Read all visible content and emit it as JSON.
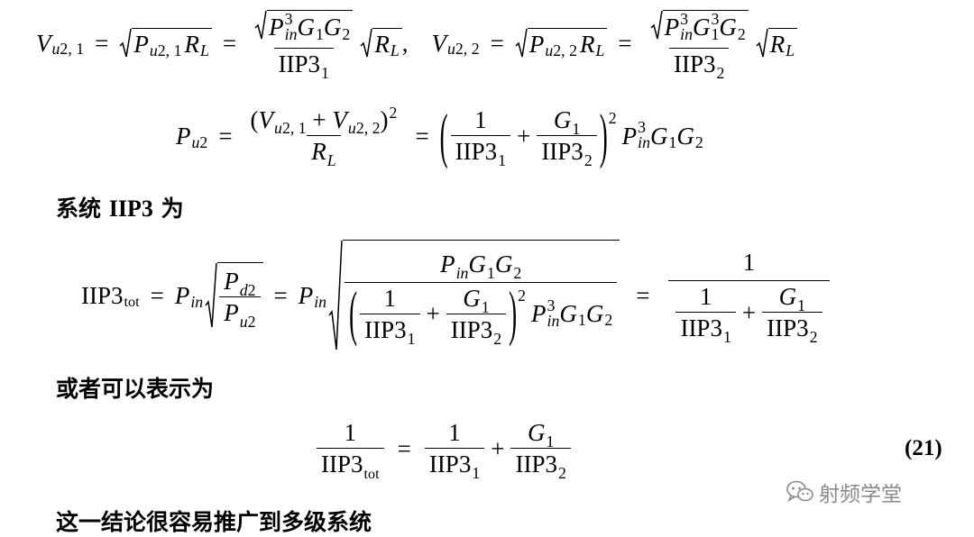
{
  "labels": {
    "system_iip3_prefix": "系统",
    "system_iip3_term": "IIP3",
    "system_iip3_suffix": "为",
    "alternative_form": "或者可以表示为",
    "conclusion": "这一结论很容易推广到多级系统"
  },
  "equation_number": "(21)",
  "watermark": {
    "text": "射频学堂",
    "icon": "wechat-icon",
    "color": "#8a8a8a"
  }
}
